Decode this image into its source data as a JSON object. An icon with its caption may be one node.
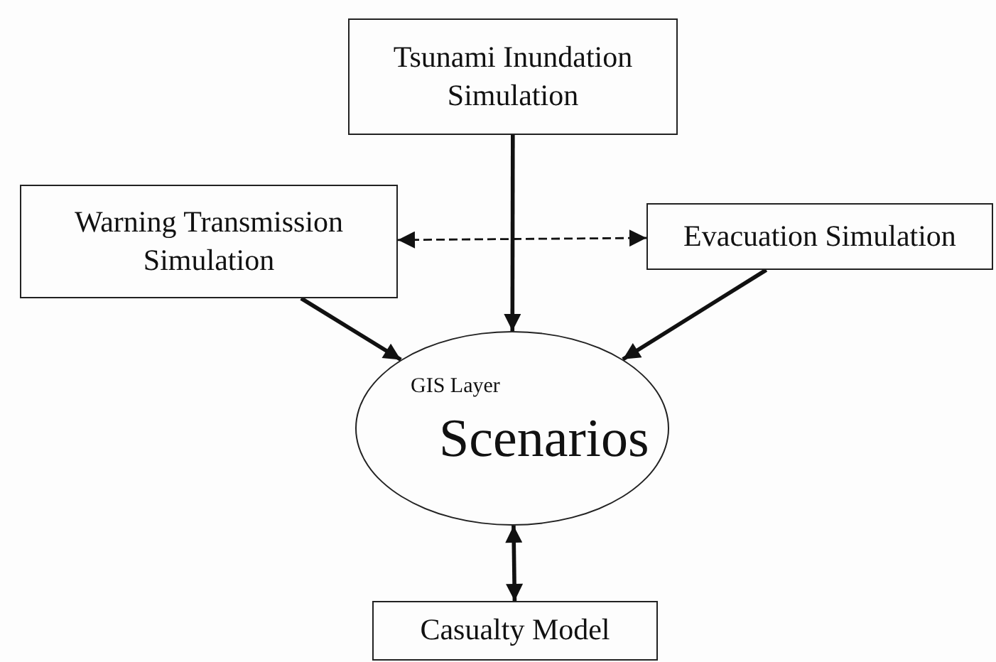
{
  "diagram": {
    "nodes": [
      {
        "text": [
          "Tsunami Inundation Simulation"
        ]
      },
      {
        "text": [
          "Warning Transmission Simulation"
        ]
      },
      {
        "text": [
          "Evacuation Simulation"
        ]
      },
      {
        "text": [
          "GIS Layer",
          "Scenarios"
        ]
      },
      {
        "text": [
          "Casualty Model"
        ]
      }
    ],
    "edges": [
      {
        "from": 0,
        "to": 3,
        "arrow": "to"
      },
      {
        "from": 1,
        "to": 3,
        "arrow": "to"
      },
      {
        "from": 2,
        "to": 3,
        "arrow": "to"
      },
      {
        "from": 1,
        "to": 2,
        "arrow": "both",
        "style": "dashed"
      },
      {
        "from": 3,
        "to": 4,
        "arrow": "both"
      }
    ]
  }
}
